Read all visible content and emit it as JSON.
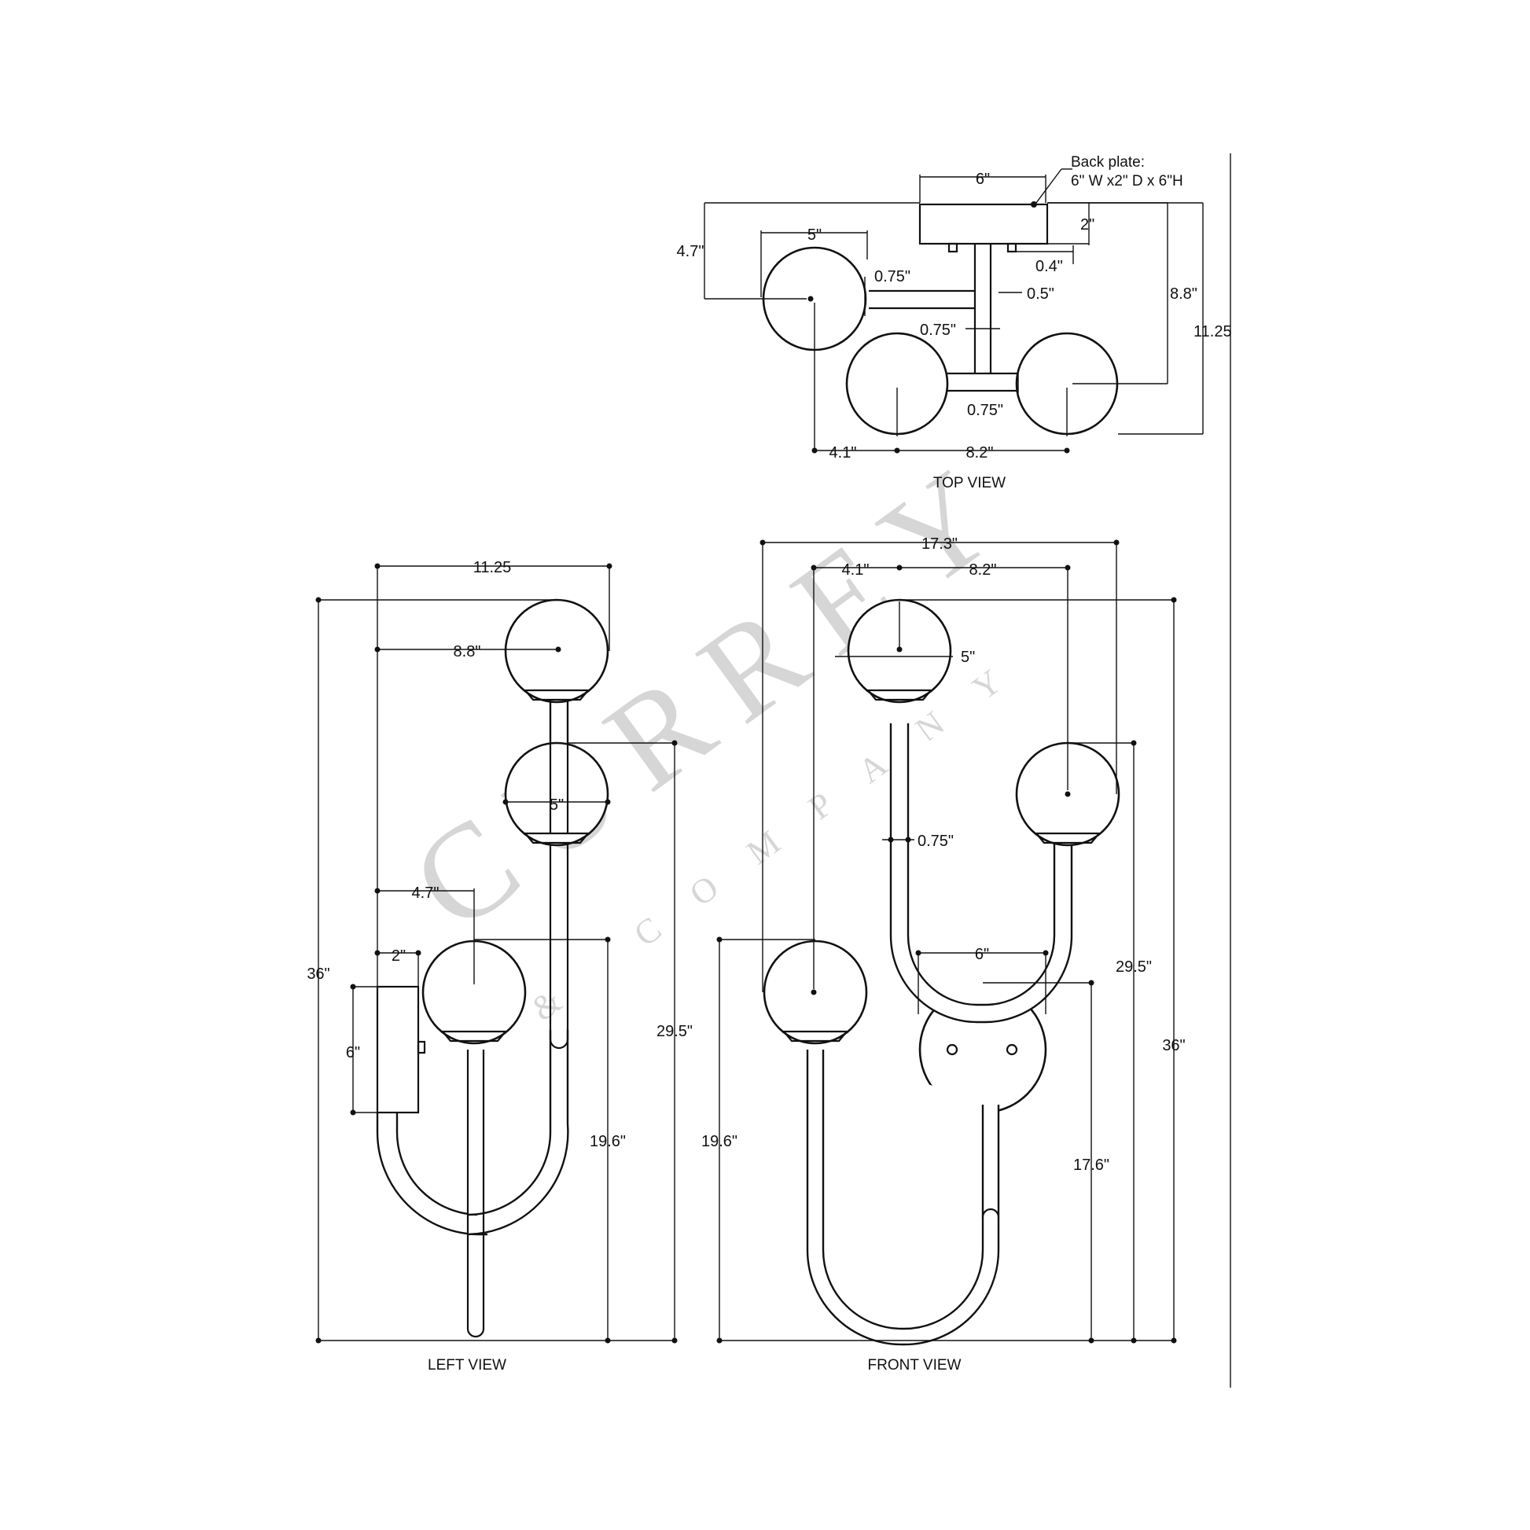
{
  "watermark": {
    "brand": "CURREY",
    "sub": "& COMPANY"
  },
  "views": {
    "top": "TOP VIEW",
    "left": "LEFT VIEW",
    "front": "FRONT VIEW"
  },
  "back_plate_note": {
    "line1": "Back plate:",
    "line2": "6\" W x2\" D x 6\"H"
  },
  "dims": {
    "top": {
      "plate_w": "6\"",
      "globe_w": "5\"",
      "proj_47": "4.7\"",
      "arm_075a": "0.75\"",
      "plate_d": "2\"",
      "stud_04": "0.4\"",
      "stem_05": "0.5\"",
      "arm_075b": "0.75\"",
      "arm_075c": "0.75\"",
      "depth_88": "8.8\"",
      "depth_1125": "11.25",
      "off_41": "4.1\"",
      "span_82": "8.2\""
    },
    "left": {
      "depth_1125": "11.25",
      "depth_88": "8.8\"",
      "globe_5": "5\"",
      "proj_47": "4.7\"",
      "plate_d": "2\"",
      "plate_h": "6\"",
      "height_36": "36\"",
      "h_295": "29.5\"",
      "h_196": "19.6\""
    },
    "front": {
      "width_173": "17.3\"",
      "off_41": "4.1\"",
      "span_82": "8.2\"",
      "globe_5": "5\"",
      "arm_075": "0.75\"",
      "plate_w": "6\"",
      "h_196": "19.6\"",
      "h_176": "17.6\"",
      "h_295": "29.5\"",
      "height_36": "36\""
    }
  }
}
